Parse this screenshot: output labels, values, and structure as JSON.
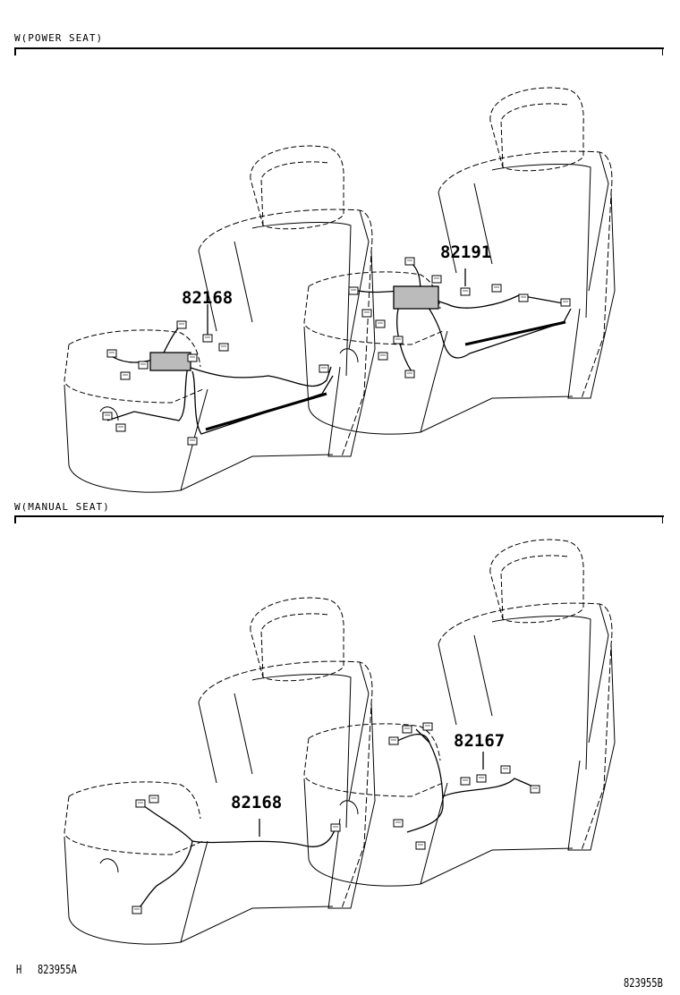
{
  "sections": [
    {
      "title": "W(POWER SEAT)",
      "parts": [
        "82168",
        "82191"
      ]
    },
    {
      "title": "W(MANUAL SEAT)",
      "parts": [
        "82168",
        "82167"
      ]
    }
  ],
  "footer": {
    "left_marker": "H",
    "left_code": "823955A",
    "right_code": "823955B"
  }
}
